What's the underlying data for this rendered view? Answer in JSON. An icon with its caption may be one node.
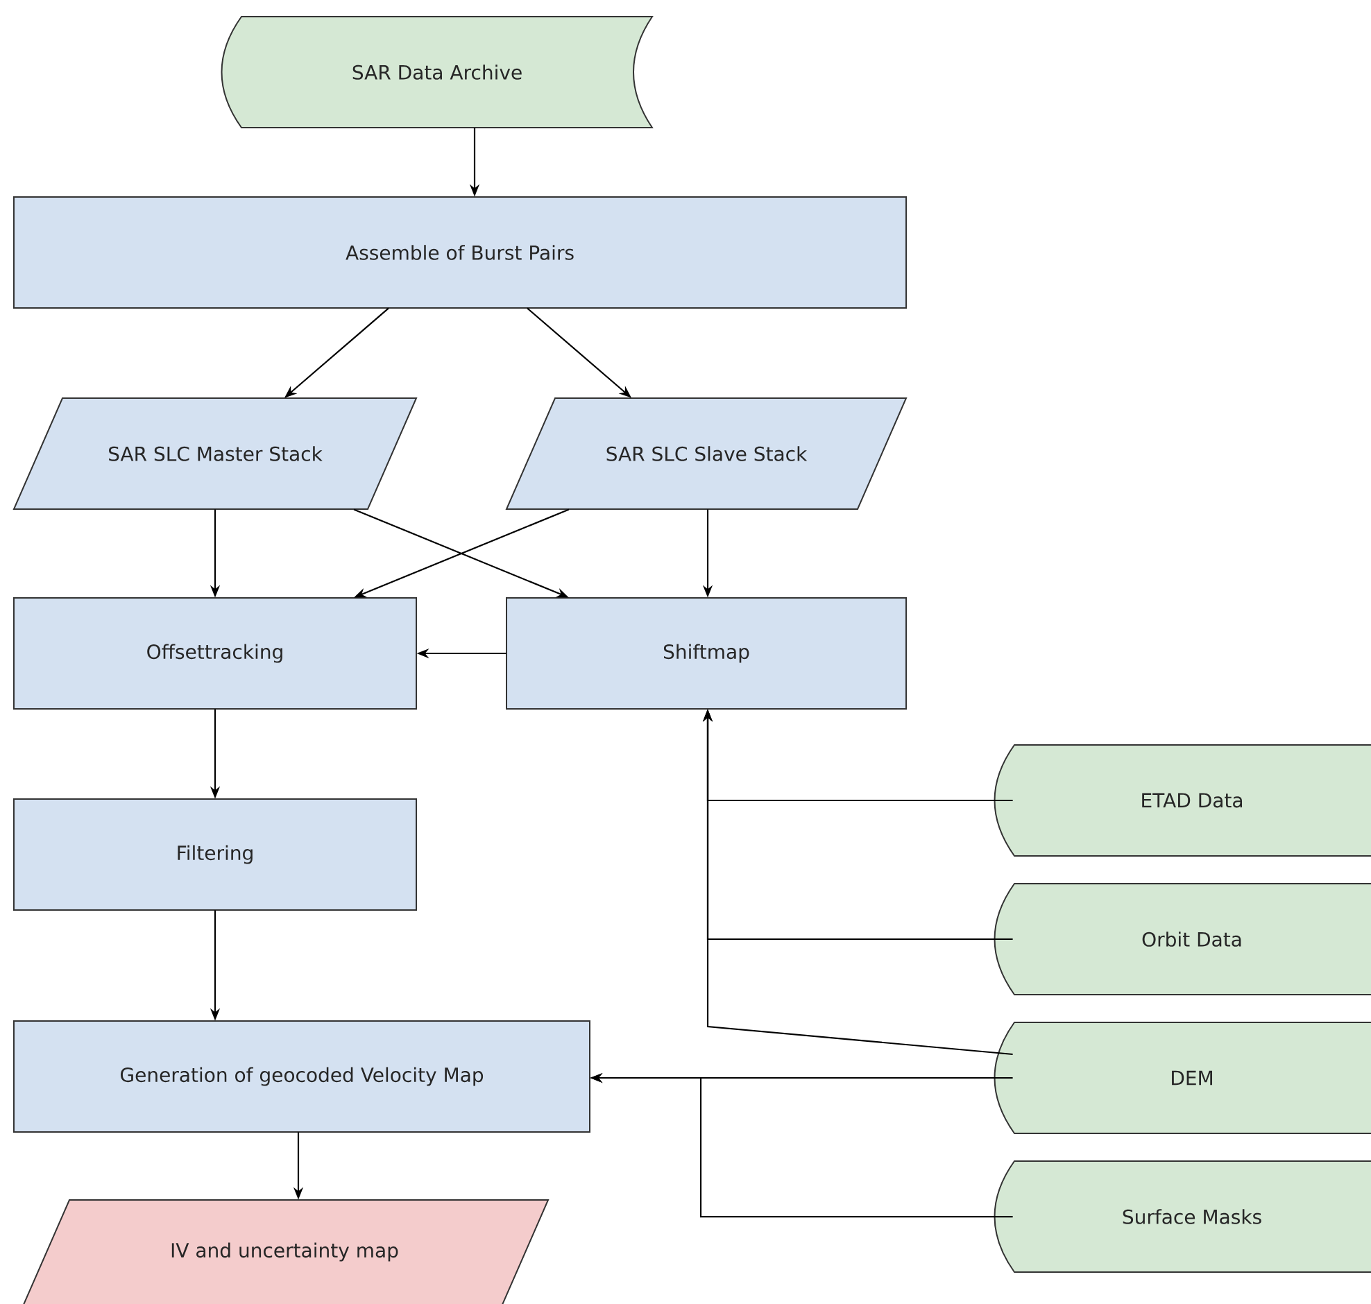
{
  "diagram": {
    "nodes": [
      {
        "text": [
          "SAR Data Archive"
        ]
      },
      {
        "text": [
          "Assemble of Burst Pairs"
        ]
      },
      {
        "text": [
          "SAR SLC Master Stack"
        ]
      },
      {
        "text": [
          "SAR SLC Slave Stack"
        ]
      },
      {
        "text": [
          "Offsettracking"
        ]
      },
      {
        "text": [
          "Shiftmap"
        ]
      },
      {
        "text": [
          "Filtering"
        ]
      },
      {
        "text": [
          "Generation of geocoded Velocity Map"
        ]
      },
      {
        "text": [
          "IV and uncertainty map"
        ]
      },
      {
        "text": [
          "ETAD Data"
        ]
      },
      {
        "text": [
          "Orbit Data"
        ]
      },
      {
        "text": [
          "DEM"
        ]
      },
      {
        "text": [
          "Surface Masks"
        ]
      }
    ],
    "edges": [
      {
        "from": 0,
        "to": 1,
        "arrow": "to"
      },
      {
        "from": 1,
        "to": 2,
        "arrow": "to"
      },
      {
        "from": 1,
        "to": 3,
        "arrow": "to"
      },
      {
        "from": 2,
        "to": 4,
        "arrow": "to"
      },
      {
        "from": 2,
        "to": 5,
        "arrow": "to"
      },
      {
        "from": 3,
        "to": 4,
        "arrow": "to"
      },
      {
        "from": 3,
        "to": 5,
        "arrow": "to"
      },
      {
        "from": 5,
        "to": 4,
        "arrow": "to"
      },
      {
        "from": 4,
        "to": 6,
        "arrow": "to"
      },
      {
        "from": 6,
        "to": 7,
        "arrow": "to"
      },
      {
        "from": 7,
        "to": 8,
        "arrow": "to"
      },
      {
        "from": 9,
        "to": 5,
        "arrow": "to"
      },
      {
        "from": 10,
        "to": 5,
        "arrow": "to"
      },
      {
        "from": 11,
        "to": 5,
        "arrow": "to"
      },
      {
        "from": 11,
        "to": 7,
        "arrow": "to"
      },
      {
        "from": 12,
        "to": 7,
        "arrow": "to"
      }
    ]
  }
}
